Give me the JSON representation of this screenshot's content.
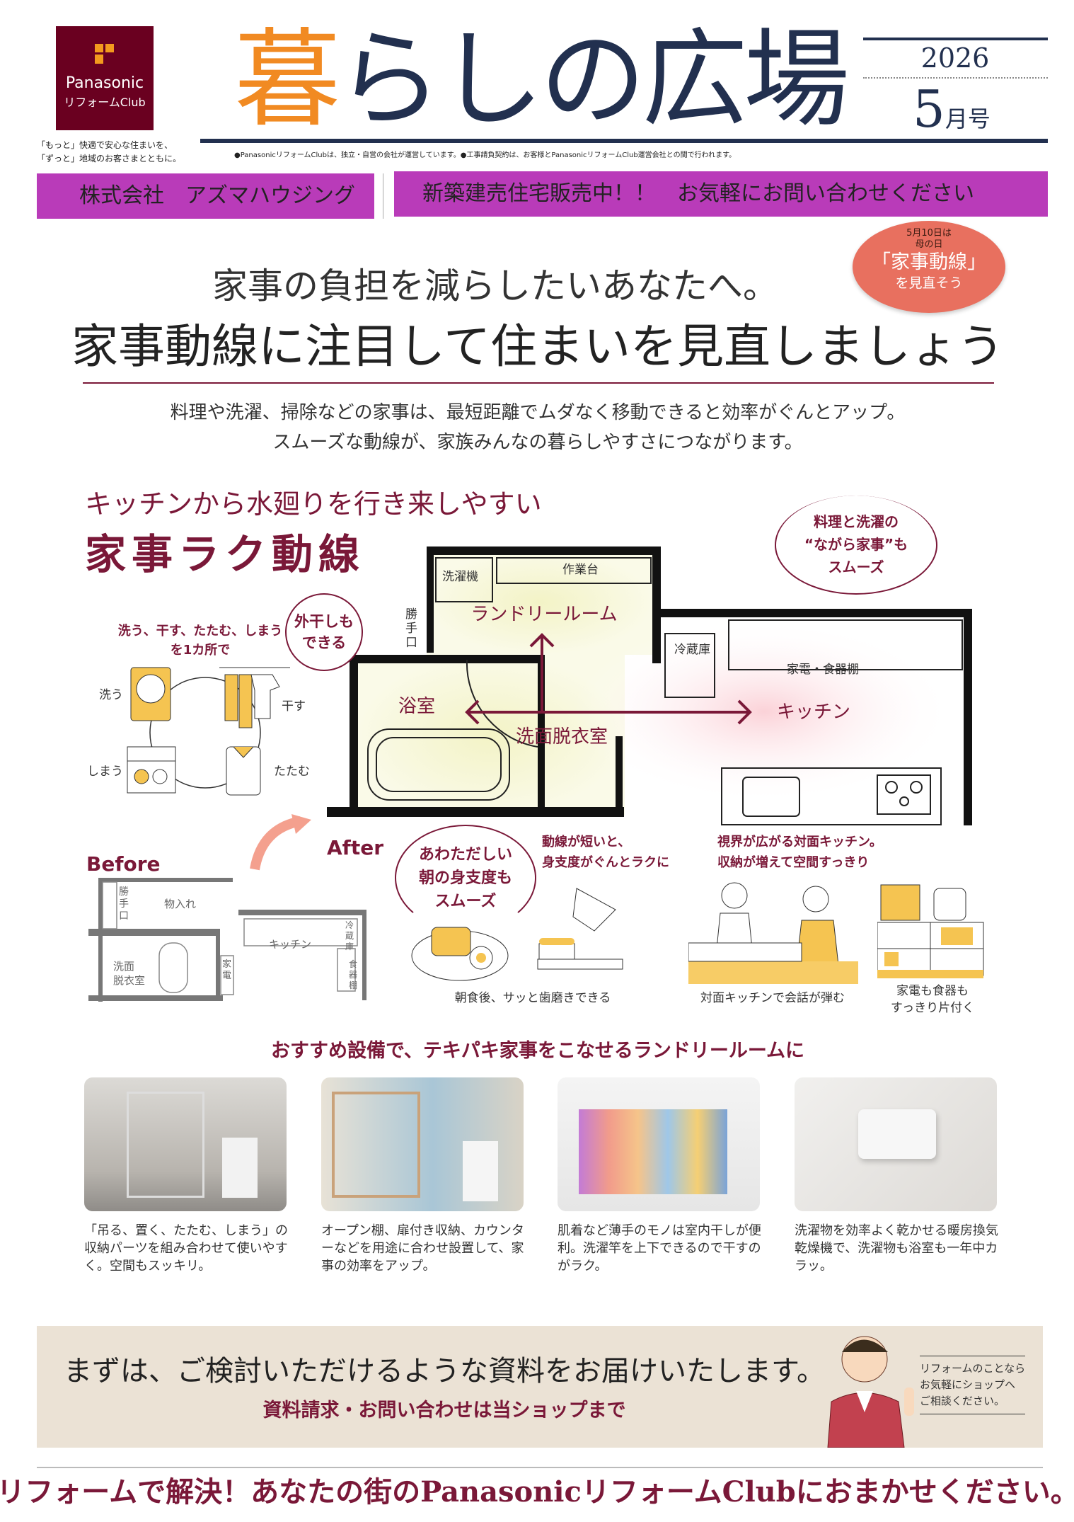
{
  "header": {
    "logo_brand": "Panasonic",
    "logo_sub": "リフォームClub",
    "tagline": [
      "「もっと」快適で安心な住まいを、",
      "「ずっと」地域のお客さまとともに。"
    ],
    "title_accent": "暮",
    "title_rest": "らしの広場",
    "year": "2026",
    "issue_num": "5",
    "issue_suffix": "月号",
    "disclaimer": "●PanasonicリフォームClubは、独立・自営の会社が運営しています。●工事請負契約は、お客様とPanasonicリフォームClub運営会社との間で行われます。"
  },
  "banner": {
    "company": "株式会社　アズマハウジング",
    "message": "新築建売住宅販売中！！　お気軽にお問い合わせください"
  },
  "badge": {
    "date": "5月10日は",
    "day": "母の日",
    "main": "「家事動線」",
    "sub": "を見直そう"
  },
  "headline": {
    "lead": "家事の負担を減らしたいあなたへ。",
    "main": "家事動線に注目して住まいを見直しましょう",
    "body": [
      "料理や洗濯、掃除などの家事は、最短距離でムダなく移動できると効率がぐんとアップ。",
      "スムーズな動線が、家族みんなの暮らしやすさにつながります。"
    ]
  },
  "section": {
    "sub": "キッチンから水廻りを行き来しやすい",
    "title": "家事ラク動線"
  },
  "cycle": {
    "caption": [
      "洗う、干す、たたむ、しまう",
      "を1カ所で"
    ],
    "wash": "洗う",
    "dry": "干す",
    "fold": "たたむ",
    "store": "しまう"
  },
  "plan": {
    "washer": "洗濯機",
    "workbench": "作業台",
    "laundry": "ランドリールーム",
    "backdoor": "勝手口",
    "bath": "浴室",
    "washroom": "洗面脱衣室",
    "fridge": "冷蔵庫",
    "shelf": "家電・食器棚",
    "kitchen": "キッチン"
  },
  "bubbles": {
    "outdoor": [
      "外干しも",
      "できる"
    ],
    "cooking": [
      "料理と洗濯の",
      "“ながら家事”も",
      "スムーズ"
    ],
    "morning": [
      "あわただしい",
      "朝の身支度も",
      "スムーズ"
    ]
  },
  "before": {
    "label": "Before",
    "backdoor": "勝手口",
    "closet": "物入れ",
    "kitchen": "キッチン",
    "washroom": "洗面\n脱衣室",
    "appliance": "家電",
    "fridge": "冷蔵庫",
    "shelf": "食器棚"
  },
  "after": {
    "label": "After"
  },
  "points": {
    "short": [
      "動線が短いと、",
      "身支度がぐんとラクに"
    ],
    "face": [
      "視界が広がる対面キッチン。",
      "収納が増えて空間すっきり"
    ],
    "cap1": "朝食後、サッと歯磨きできる",
    "cap2": "対面キッチンで会話が弾む",
    "cap3": [
      "家電も食器も",
      "すっきり片付く"
    ]
  },
  "equipment": {
    "title": "おすすめ設備で、テキパキ家事をこなせるランドリールームに",
    "items": [
      {
        "caption": "「吊る、置く、たたむ、しまう」の収納パーツを組み合わせて使いやすく。空間もスッキリ。"
      },
      {
        "caption": "オープン棚、扉付き収納、カウンターなどを用途に合わせ設置して、家事の効率をアップ。"
      },
      {
        "caption": "肌着など薄手のモノは室内干しが便利。洗濯竿を上下できるので干すのがラク。"
      },
      {
        "caption": "洗濯物を効率よく乾かせる暖房換気乾燥機で、洗濯物も浴室も一年中カラッ。"
      }
    ]
  },
  "cta": {
    "main": "まずは、ご検討いただけるような資料をお届けいたします。",
    "sub": "資料請求・お問い合わせは当ショップまで",
    "speech": [
      "リフォームのことなら",
      "お気軽にショップへ",
      "ご相談ください。"
    ]
  },
  "footer": {
    "slogan": "リフォームで解決！あなたの街のPanasonicリフォームClubにおまかせください。"
  },
  "colors": {
    "maroon": "#7a1838",
    "purple": "#b93bb9",
    "navy": "#22304f",
    "orange": "#f18a22",
    "beige": "#ebe2d5"
  }
}
